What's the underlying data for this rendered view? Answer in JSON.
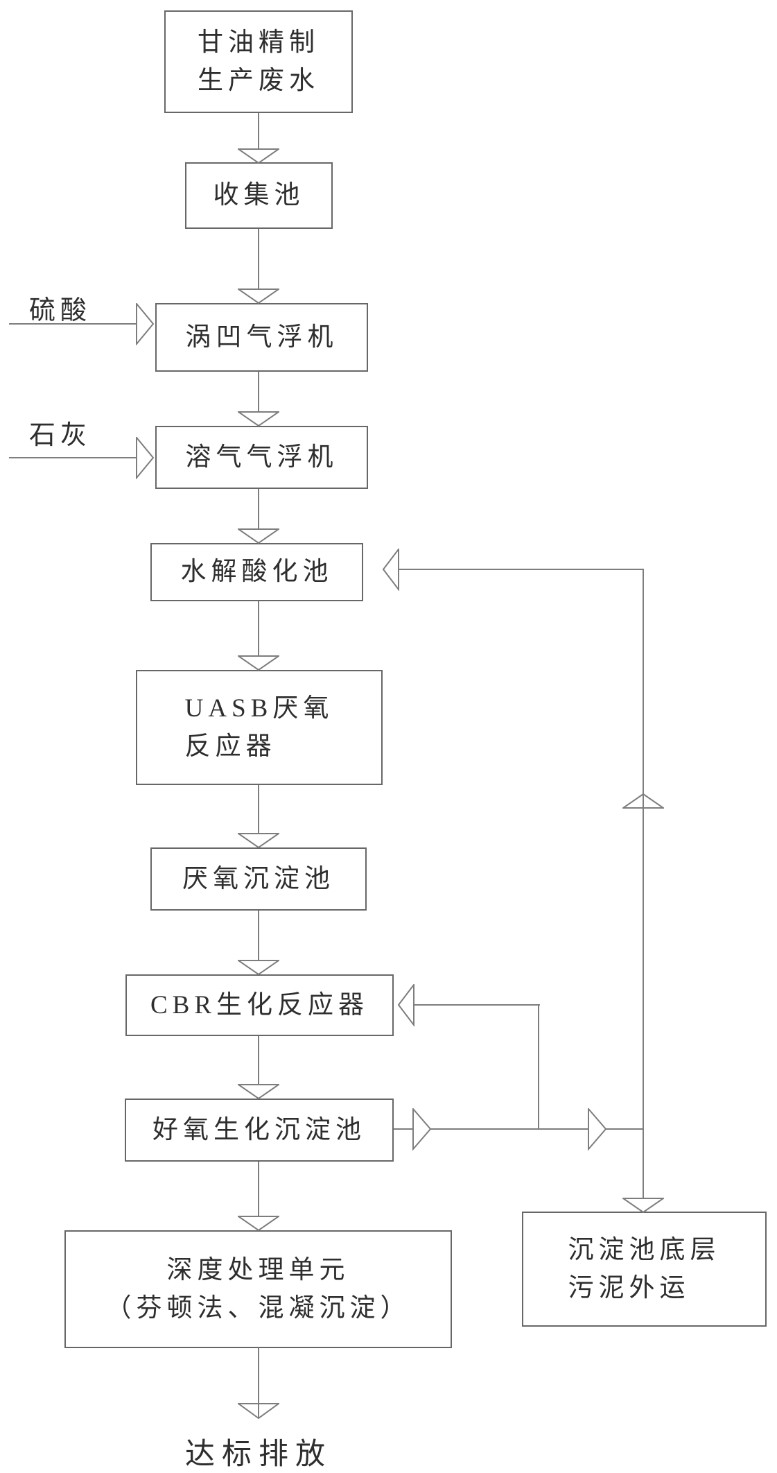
{
  "diagram": {
    "nodes": {
      "source": "甘油精制\n生产废水",
      "collection": "收集池",
      "caf": "涡凹气浮机",
      "daf": "溶气气浮机",
      "hydrolysis": "水解酸化池",
      "uasb": "UASB厌氧\n反应器",
      "anaerobic_sed": "厌氧沉淀池",
      "cbr": "CBR生化反应器",
      "aerobic_sed": "好氧生化沉淀池",
      "advanced": "深度处理单元\n（芬顿法、混凝沉淀）",
      "sludge_out": "沉淀池底层\n污泥外运"
    },
    "inputs": {
      "sulfuric_acid": "硫酸",
      "lime": "石灰"
    },
    "outputs": {
      "discharge": "达标排放"
    },
    "colors": {
      "line": "#7d7d7d",
      "box_border": "#676767",
      "text": "#2e2e2e",
      "background": "#ffffff"
    }
  }
}
